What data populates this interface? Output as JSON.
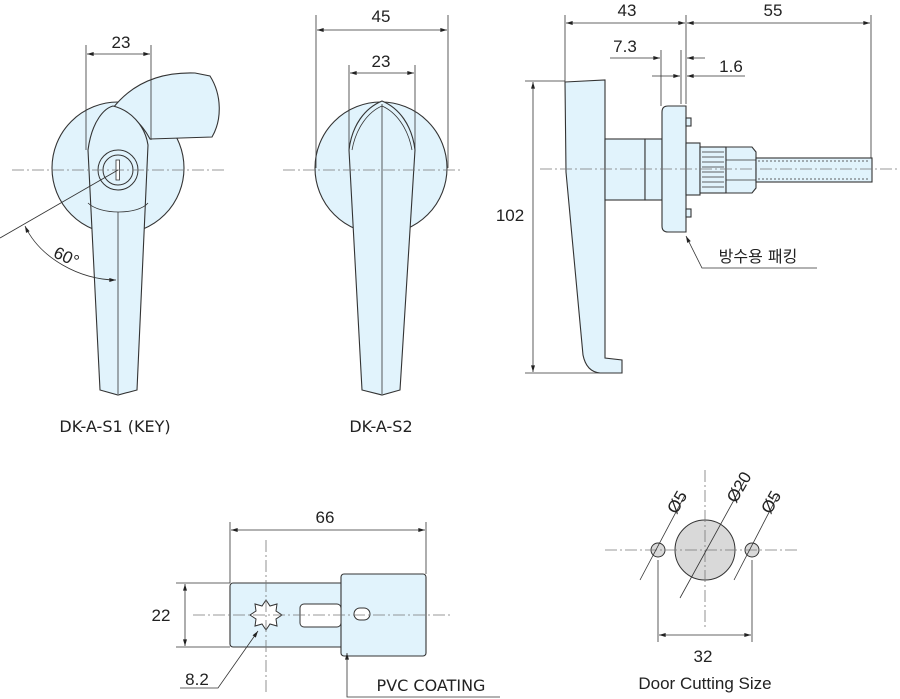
{
  "view_s1": {
    "label": "DK-A-S1 (KEY)",
    "dim_width": "23",
    "angle": "60°"
  },
  "view_s2": {
    "label": "DK-A-S2",
    "dim_outer": "45",
    "dim_inner": "23"
  },
  "side_view": {
    "dim_43": "43",
    "dim_55": "55",
    "dim_7_3": "7.3",
    "dim_1_6": "1.6",
    "dim_102": "102",
    "gasket_note": "방수용 패킹"
  },
  "cam": {
    "dim_66": "66",
    "dim_22": "22",
    "dim_8_2": "8.2",
    "coating_note": "PVC COATING"
  },
  "door_cutting": {
    "title": "Door Cutting Size",
    "dia_small_left": "Ø5",
    "dia_large": "Ø20",
    "dia_small_right": "Ø5",
    "dim_32": "32"
  },
  "colors": {
    "part_fill": "#e1f3fc",
    "cutout_fill": "#d9d9d9",
    "line": "#333333"
  }
}
